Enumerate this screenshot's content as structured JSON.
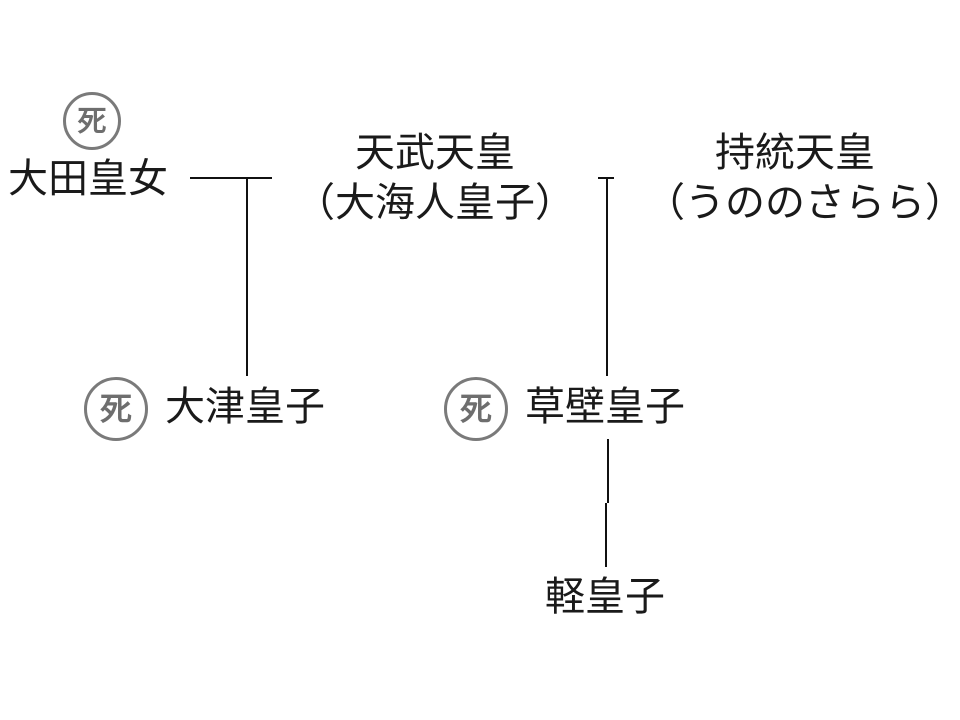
{
  "people": {
    "ota": {
      "name": "大田皇女",
      "status": "死"
    },
    "tenmu": {
      "name": "天武天皇",
      "alias": "（大海人皇子）"
    },
    "jito": {
      "name": "持統天皇",
      "alias": "（うののさらら）"
    },
    "otsu": {
      "name": "大津皇子",
      "status": "死"
    },
    "kusakabe": {
      "name": "草壁皇子",
      "status": "死"
    },
    "karu": {
      "name": "軽皇子"
    }
  },
  "colors": {
    "line": "#111111",
    "badge": "#7a7a7a",
    "text": "#1a1a1a"
  }
}
